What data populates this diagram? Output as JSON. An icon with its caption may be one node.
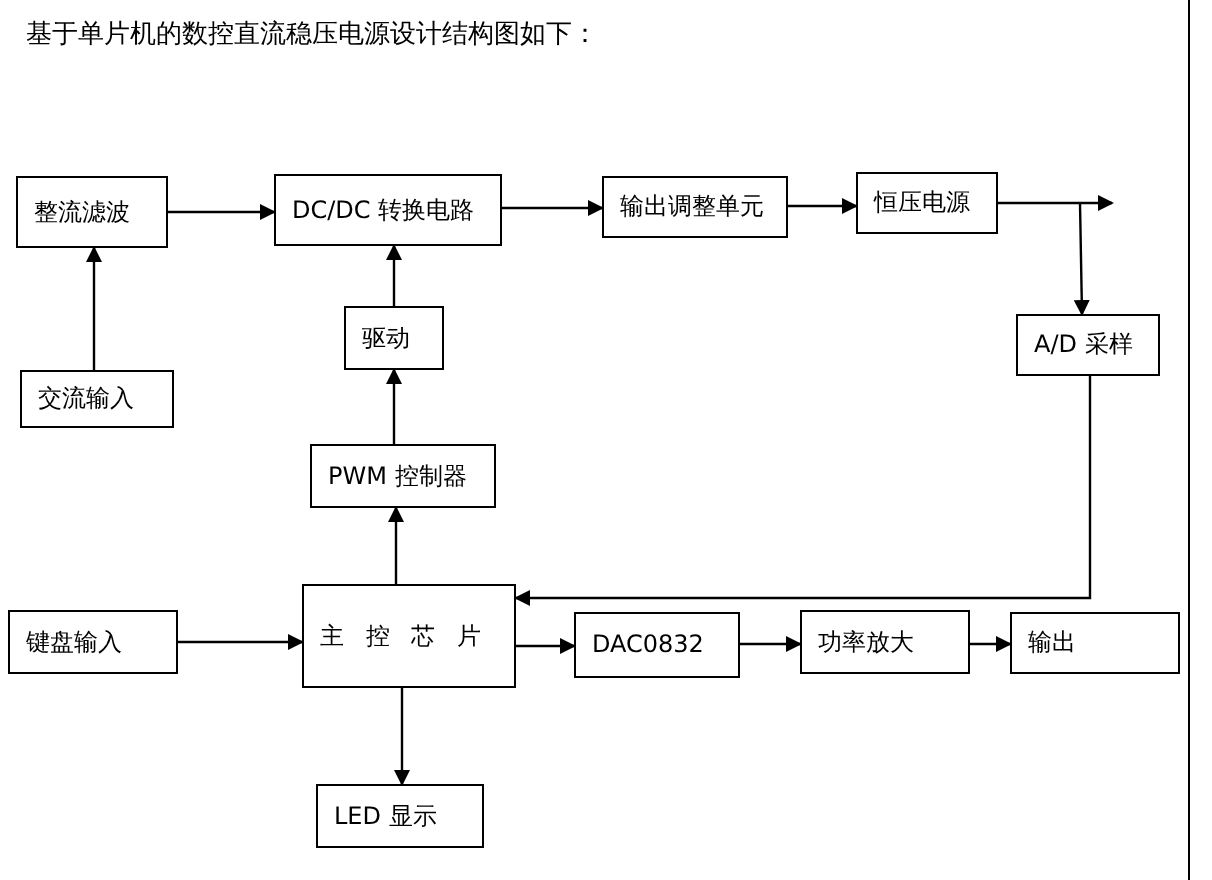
{
  "diagram": {
    "title": "基于单片机的数控直流稳压电源设计结构图如下：",
    "nodes": [
      {
        "text": [
          "整流滤波"
        ]
      },
      {
        "text": [
          "DC/DC 转换电路"
        ]
      },
      {
        "text": [
          "输出调整单元"
        ]
      },
      {
        "text": [
          "恒压电源"
        ]
      },
      {
        "text": [
          "交流输入"
        ]
      },
      {
        "text": [
          "驱动"
        ]
      },
      {
        "text": [
          "A/D 采样"
        ]
      },
      {
        "text": [
          "PWM 控制器"
        ]
      },
      {
        "text": [
          "键盘输入"
        ]
      },
      {
        "text": [
          "主控芯片"
        ]
      },
      {
        "text": [
          "DAC0832"
        ]
      },
      {
        "text": [
          "功率放大"
        ]
      },
      {
        "text": [
          "输出"
        ]
      },
      {
        "text": [
          "LED 显示"
        ]
      }
    ],
    "edges": [
      {
        "from": 0,
        "to": 1,
        "arrow": "to"
      },
      {
        "from": 1,
        "to": 2,
        "arrow": "to"
      },
      {
        "from": 2,
        "to": 3,
        "arrow": "to"
      },
      {
        "from": 3,
        "to": null,
        "arrow": "to"
      },
      {
        "from": 4,
        "to": 0,
        "arrow": "to"
      },
      {
        "from": 5,
        "to": 1,
        "arrow": "to"
      },
      {
        "from": 3,
        "to": 6,
        "arrow": "to"
      },
      {
        "from": 7,
        "to": 5,
        "arrow": "to"
      },
      {
        "from": 6,
        "to": 9,
        "arrow": "to"
      },
      {
        "from": 9,
        "to": 7,
        "arrow": "to"
      },
      {
        "from": 8,
        "to": 9,
        "arrow": "to"
      },
      {
        "from": 9,
        "to": 10,
        "arrow": "to"
      },
      {
        "from": 10,
        "to": 11,
        "arrow": "to"
      },
      {
        "from": 11,
        "to": 12,
        "arrow": "to"
      },
      {
        "from": 9,
        "to": 13,
        "arrow": "to"
      }
    ]
  }
}
